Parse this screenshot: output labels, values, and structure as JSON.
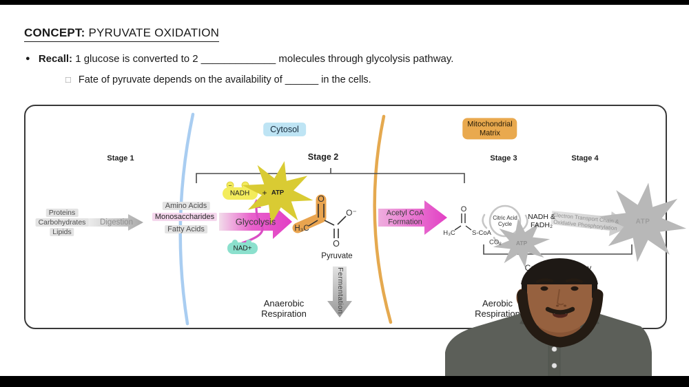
{
  "header": {
    "title_label": "CONCEPT:",
    "title_text": "PYRUVATE OXIDATION",
    "bullet_icon": "●",
    "recall_label": "Recall:",
    "recall_text": "1 glucose is converted to 2 _____________ molecules through glycolysis pathway.",
    "checkbox_icon": "□",
    "sub_bullet_text": "Fate of pyruvate depends on the availability of ______ in the cells."
  },
  "diagram": {
    "regions": {
      "cytosol": "Cytosol",
      "matrix_line1": "Mitochondrial",
      "matrix_line2": "Matrix"
    },
    "stages": {
      "s1": "Stage 1",
      "s2": "Stage 2",
      "s3": "Stage 3",
      "s4": "Stage 4"
    },
    "stage1": {
      "inputs": [
        "Proteins",
        "Carbohydrates",
        "Lipids"
      ],
      "arrow_label": "Digestion",
      "outputs": [
        "Amino Acids",
        "Monosaccharides",
        "Fatty Acids"
      ]
    },
    "stage2": {
      "arrow_label": "Glycolysis",
      "nadh": "NADH",
      "charge": "−",
      "plus": "+",
      "atp": "ATP",
      "nad": "NAD+",
      "pyruvate": {
        "o_top": "O",
        "h3c": "H₃C",
        "o_minus": "O⁻",
        "o_bottom": "O",
        "label": "Pyruvate"
      },
      "fermentation_label": "Fermentation",
      "anaerobic_line1": "Anaerobic",
      "anaerobic_line2": "Respiration"
    },
    "stage3": {
      "arrow_line1": "Acetyl CoA",
      "arrow_line2": "Formation",
      "acetyl": {
        "o": "O",
        "h3c": "H₃C",
        "scoa": "S-CoA"
      },
      "cycle_line1": "Citric Acid",
      "cycle_line2": "Cycle",
      "co2": "CO₂",
      "atp": "ATP",
      "carriers_line1": "NADH &",
      "carriers_line2": "FADH₂"
    },
    "stage4": {
      "arrow_line1": "Electron Transport Chain &",
      "arrow_line2": "Oxidative Phosphorylation",
      "atp": "ATP"
    },
    "aerobic_line1": "Aerobic",
    "aerobic_line2": "Respiration",
    "common_pathway": "Common pathway"
  },
  "colors": {
    "magenta_arrow": "#e23fc4",
    "yellow_token": "#f3ec5c",
    "teal_token": "#8be0cd",
    "orange_highlight": "#e9a44f",
    "cytosol_bg": "#bee4f4",
    "matrix_bg": "#e9a94e",
    "membrane_blue": "#a9cdf1",
    "membrane_orange": "#e5a94f",
    "pink_label_bg": "#f5d7ed",
    "gray_label_bg": "#e3e3e3",
    "gray_arrow": "#b5b5b5",
    "letterbox": "#000000"
  }
}
